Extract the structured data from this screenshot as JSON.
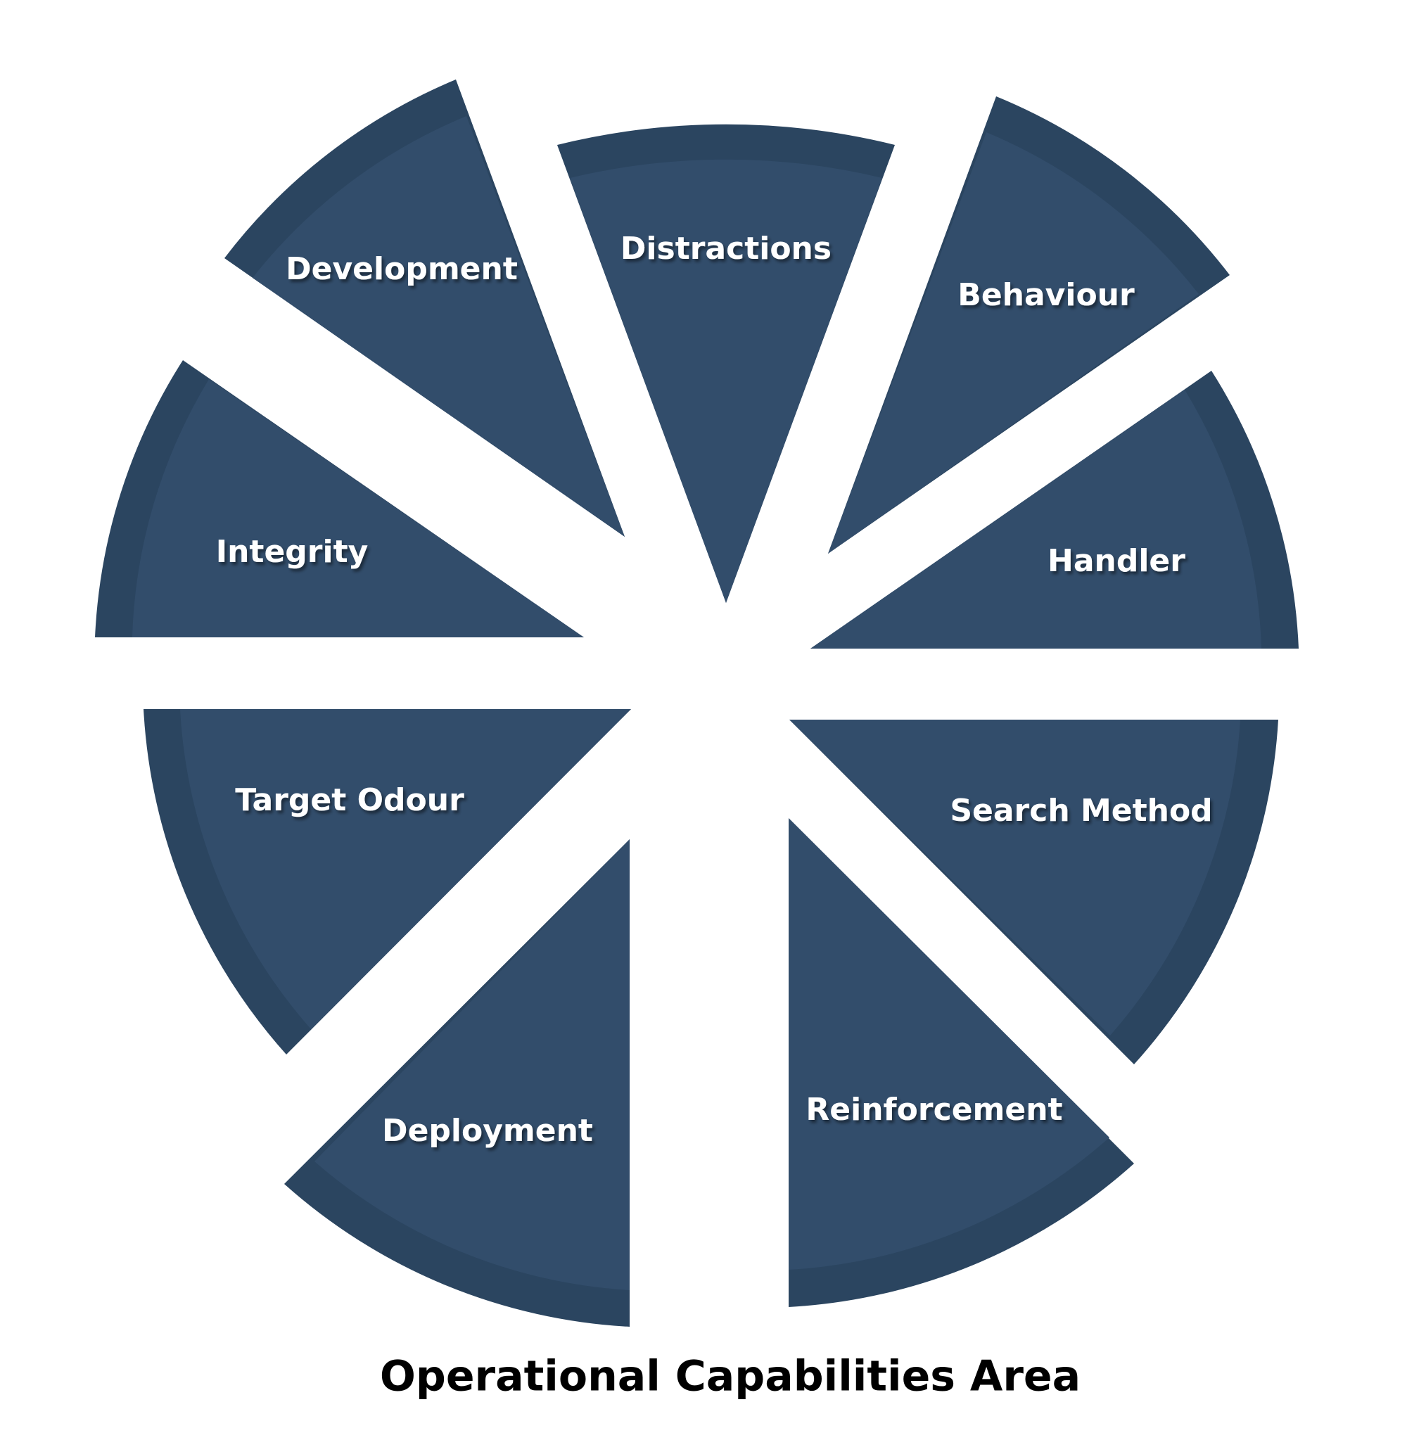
{
  "title": "Operational Capabilities Area",
  "colors": {
    "rim": "#2b4560",
    "body": "#324d6b",
    "label": "#ffffff",
    "title": "#000000"
  },
  "segments": [
    {
      "label": "Distractions"
    },
    {
      "label": "Behaviour"
    },
    {
      "label": "Handler"
    },
    {
      "label": "Search Method"
    },
    {
      "label": "Reinforcement"
    },
    {
      "label": "Deployment"
    },
    {
      "label": "Target Odour"
    },
    {
      "label": "Integrity"
    },
    {
      "label": "Development"
    }
  ]
}
